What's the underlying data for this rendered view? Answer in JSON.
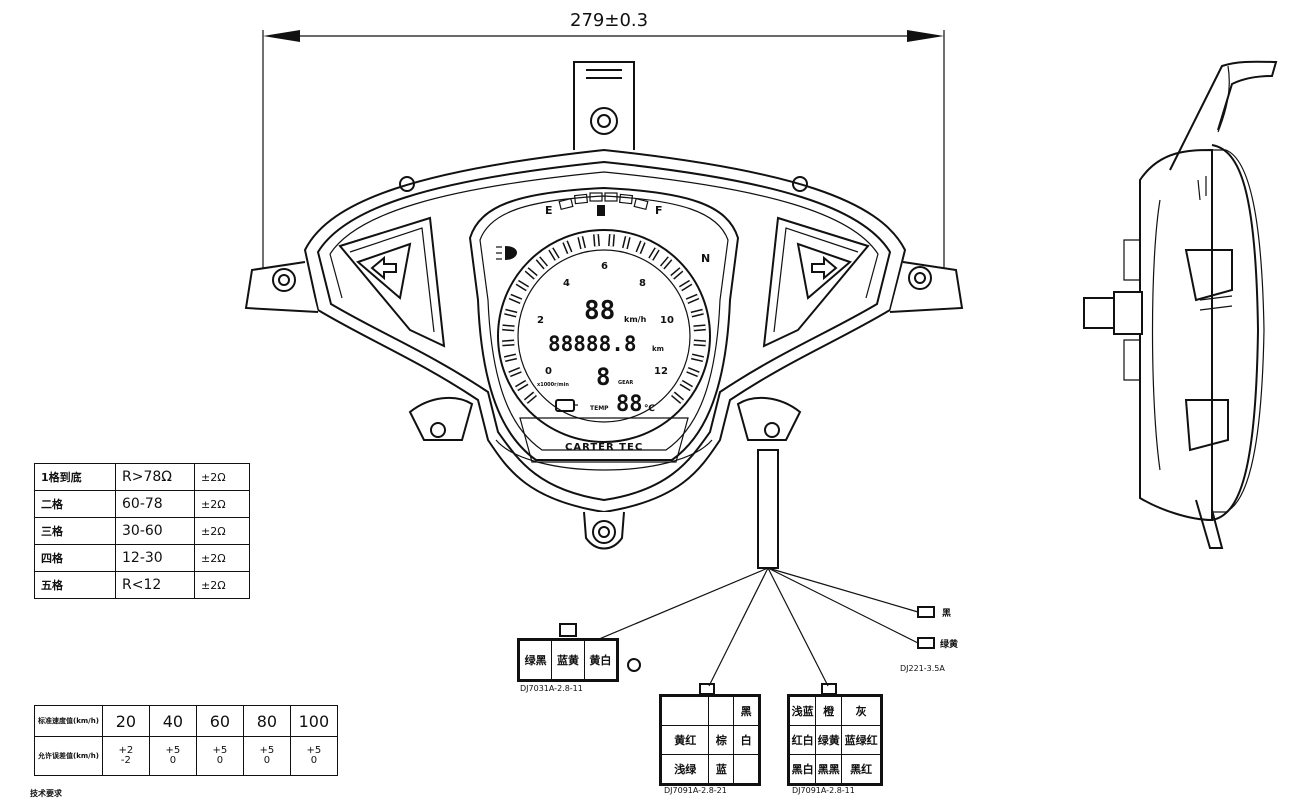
{
  "dimension": "279±0.3",
  "gauge": {
    "fuel_empty": "E",
    "fuel_full": "F",
    "neutral": "N",
    "scale": [
      "0",
      "2",
      "4",
      "6",
      "8",
      "10",
      "12"
    ],
    "unit_speed": "km/h",
    "unit_odo": "km",
    "odometer": "88888.8",
    "speed_digits": "88",
    "gear_digit": "8",
    "temp_label": "TEMP",
    "temp_digits": "88",
    "temp_unit": "℃",
    "brand": "CARTER TEC",
    "rpm_label": "x1000r/min",
    "small_label": "GEAR"
  },
  "resistance_table": {
    "rows": [
      {
        "level": "1格到底",
        "range": "R>78Ω",
        "tol": "±2Ω"
      },
      {
        "level": "二格",
        "range": "60-78",
        "tol": "±2Ω"
      },
      {
        "level": "三格",
        "range": "30-60",
        "tol": "±2Ω"
      },
      {
        "level": "四格",
        "range": "12-30",
        "tol": "±2Ω"
      },
      {
        "level": "五格",
        "range": "R<12",
        "tol": "±2Ω"
      }
    ]
  },
  "speed_table": {
    "row1_label": "标准速度值(km/h)",
    "row2_label": "允许误差值(km/h)",
    "values": [
      "20",
      "40",
      "60",
      "80",
      "100"
    ],
    "tolerances": [
      [
        "+2",
        "-2"
      ],
      [
        "+5",
        "0"
      ],
      [
        "+5",
        "0"
      ],
      [
        "+5",
        "0"
      ],
      [
        "+5",
        "0"
      ]
    ]
  },
  "connectors": {
    "c1": {
      "cells": [
        "绿黑",
        "蓝黄",
        "黄白"
      ],
      "label": "DJ7031A-2.8-11"
    },
    "c2": {
      "cells": [
        "",
        "",
        "黑",
        "黄红",
        "棕",
        "白",
        "浅绿",
        "蓝",
        ""
      ],
      "label": "DJ7091A-2.8-21"
    },
    "c3": {
      "cells": [
        "浅蓝",
        "橙",
        "灰",
        "红白",
        "绿黄",
        "蓝绿红",
        "黑白",
        "黑黑",
        "黑红"
      ],
      "label": "DJ7091A-2.8-11"
    },
    "wire1": "黑",
    "wire2": "绿黄",
    "wire_connector": "DJ221-3.5A"
  },
  "footer_note": "技术要求"
}
